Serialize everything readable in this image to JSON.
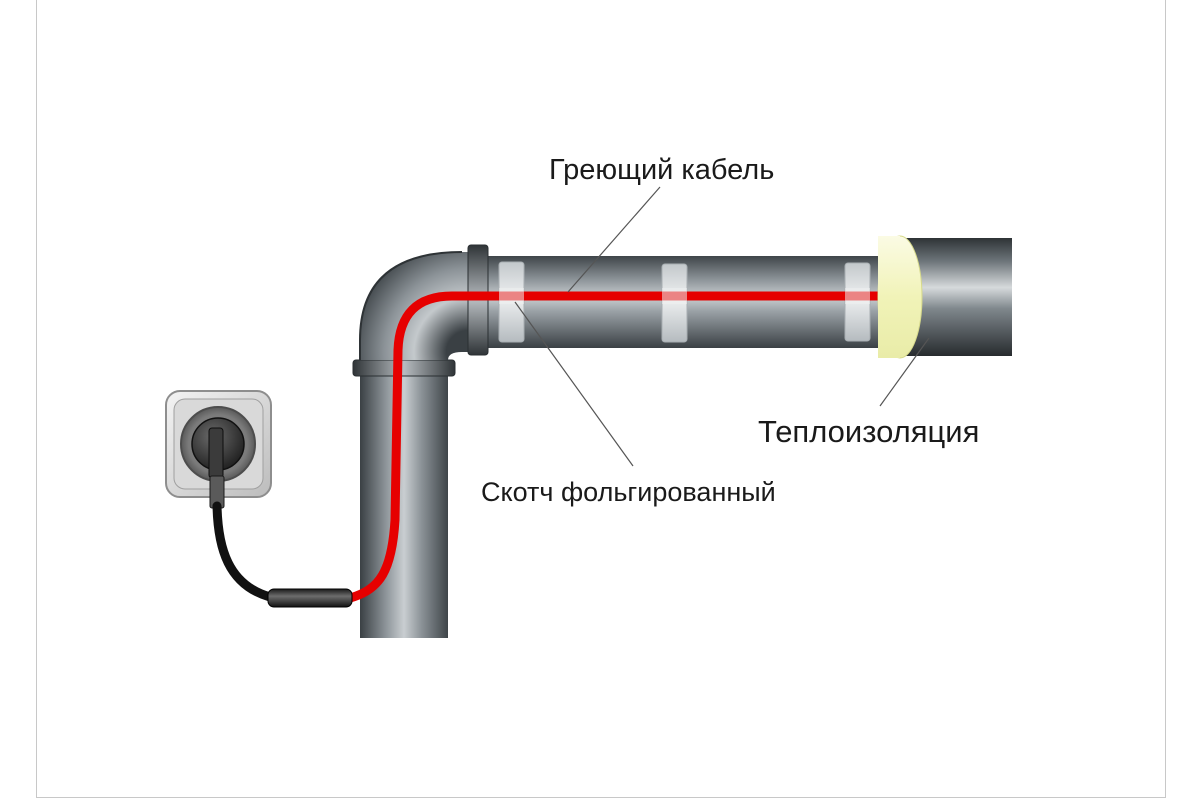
{
  "diagram": {
    "labels": {
      "heating_cable": "Греющий кабель",
      "insulation": "Теплоизоляция",
      "foil_tape": "Скотч фольгированный"
    },
    "components": [
      "power-socket",
      "power-plug",
      "black-cold-lead",
      "cable-coupling",
      "red-heating-cable",
      "vertical-pipe",
      "pipe-elbow",
      "horizontal-pipe",
      "foil-tape-bands",
      "insulation-sleeve"
    ],
    "colors": {
      "heating_cable": "#e60000",
      "cold_lead": "#111111",
      "pipe": "#7a8288",
      "insulation_face": "#f4f6c8",
      "foil_tape": "#d7dbde",
      "leader_line": "#555555"
    }
  }
}
